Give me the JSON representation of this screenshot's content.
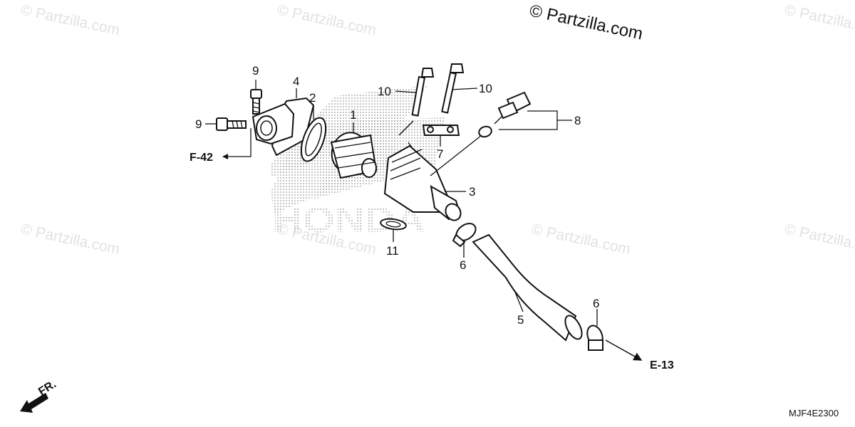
{
  "watermark": {
    "main_text": "© Partzilla.com",
    "tile_text": "© Partzilla.com",
    "tile_color": "#e2e2e2",
    "logo_letters": "HONDA"
  },
  "diagram": {
    "code": "MJF4E2300",
    "front_indicator": "FR.",
    "references": {
      "left": "F-42",
      "right": "E-13"
    },
    "labels": {
      "thermostat": "1",
      "gasket": "2",
      "thermostat_housing": "3",
      "thermostat_cover": "4",
      "water_hose": "5",
      "hose_clamp_upper": "6",
      "hose_clamp_lower": "6",
      "stay": "7",
      "temp_sensor": "8",
      "bolt_upper": "9",
      "bolt_lower": "9",
      "bolt_left": "10",
      "bolt_right": "10",
      "o_ring": "11"
    }
  },
  "colors": {
    "line": "#111111",
    "dots": "#9a9a9a"
  }
}
